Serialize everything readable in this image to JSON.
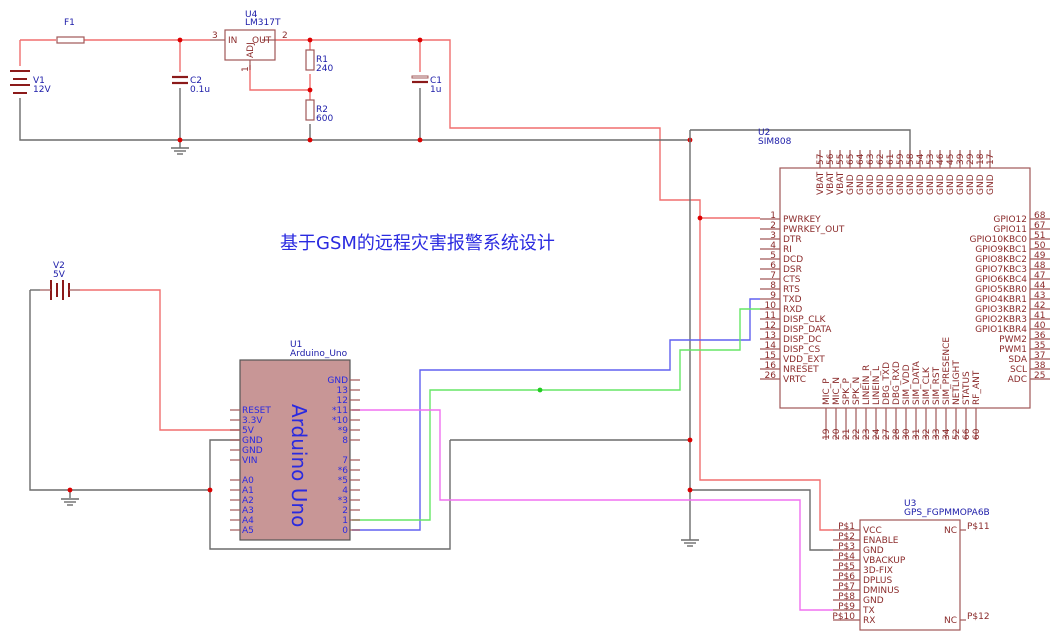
{
  "title": "基于GSM的远程灾害报警系统设计",
  "components": {
    "F1": {
      "ref": "F1"
    },
    "V1": {
      "ref": "V1",
      "value": "12V"
    },
    "V2": {
      "ref": "V2",
      "value": "5V"
    },
    "C2": {
      "ref": "C2",
      "value": "0.1u"
    },
    "C1": {
      "ref": "C1",
      "value": "1u"
    },
    "R1": {
      "ref": "R1",
      "value": "240"
    },
    "R2": {
      "ref": "R2",
      "value": "600"
    },
    "U4": {
      "ref": "U4",
      "value": "LM317T",
      "pins": {
        "in_num": "3",
        "in": "IN",
        "out": "OUT",
        "out_num": "2",
        "adj": "ADJ",
        "adj_num": "1"
      }
    },
    "U1": {
      "ref": "U1",
      "value": "Arduino_Uno",
      "body_text": "Arduino Uno",
      "left_pins": [
        "RESET",
        "3.3V",
        "5V",
        "GND",
        "GND",
        "VIN",
        "",
        "A0",
        "A1",
        "A2",
        "A3",
        "A4",
        "A5"
      ],
      "right_pins": [
        "GND",
        "13",
        "12",
        "*11",
        "*10",
        "*9",
        "8",
        "",
        "7",
        "*6",
        "*5",
        "4",
        "*3",
        "2",
        "1",
        "0"
      ]
    },
    "U2": {
      "ref": "U2",
      "value": "SIM808",
      "top_pins": [
        {
          "num": "57",
          "name": "VBAT"
        },
        {
          "num": "56",
          "name": "VBAT"
        },
        {
          "num": "55",
          "name": "VBAT"
        },
        {
          "num": "65",
          "name": "GND"
        },
        {
          "num": "64",
          "name": "GND"
        },
        {
          "num": "63",
          "name": "GND"
        },
        {
          "num": "62",
          "name": "GND"
        },
        {
          "num": "61",
          "name": "GND"
        },
        {
          "num": "59",
          "name": "GND"
        },
        {
          "num": "58",
          "name": "GND"
        },
        {
          "num": "54",
          "name": "GND"
        },
        {
          "num": "53",
          "name": "GND"
        },
        {
          "num": "46",
          "name": "GND"
        },
        {
          "num": "45",
          "name": "GND"
        },
        {
          "num": "39",
          "name": "GND"
        },
        {
          "num": "29",
          "name": "GND"
        },
        {
          "num": "18",
          "name": "GND"
        },
        {
          "num": "17",
          "name": "GND"
        }
      ],
      "left_pins": [
        {
          "num": "1",
          "name": "PWRKEY"
        },
        {
          "num": "2",
          "name": "PWRKEY_OUT"
        },
        {
          "num": "3",
          "name": "DTR"
        },
        {
          "num": "4",
          "name": "RI"
        },
        {
          "num": "5",
          "name": "DCD"
        },
        {
          "num": "6",
          "name": "DSR"
        },
        {
          "num": "7",
          "name": "CTS"
        },
        {
          "num": "8",
          "name": "RTS"
        },
        {
          "num": "9",
          "name": "TXD"
        },
        {
          "num": "10",
          "name": "RXD"
        },
        {
          "num": "11",
          "name": "DISP_CLK"
        },
        {
          "num": "12",
          "name": "DISP_DATA"
        },
        {
          "num": "13",
          "name": "DISP_DC"
        },
        {
          "num": "14",
          "name": "DISP_CS"
        },
        {
          "num": "15",
          "name": "VDD_EXT"
        },
        {
          "num": "16",
          "name": "NRESET"
        },
        {
          "num": "26",
          "name": "VRTC"
        }
      ],
      "right_pins": [
        {
          "num": "68",
          "name": "GPIO12"
        },
        {
          "num": "67",
          "name": "GPIO11"
        },
        {
          "num": "51",
          "name": "GPIO10KBC0"
        },
        {
          "num": "50",
          "name": "GPIO9KBC1"
        },
        {
          "num": "49",
          "name": "GPIO8KBC2"
        },
        {
          "num": "48",
          "name": "GPIO7KBC3"
        },
        {
          "num": "47",
          "name": "GPIO6KBC4"
        },
        {
          "num": "44",
          "name": "GPIO5KBR0"
        },
        {
          "num": "43",
          "name": "GPIO4KBR1"
        },
        {
          "num": "42",
          "name": "GPIO3KBR2"
        },
        {
          "num": "41",
          "name": "GPIO2KBR3"
        },
        {
          "num": "40",
          "name": "GPIO1KBR4"
        },
        {
          "num": "36",
          "name": "PWM2"
        },
        {
          "num": "35",
          "name": "PWM1"
        },
        {
          "num": "37",
          "name": "SDA"
        },
        {
          "num": "38",
          "name": "SCL"
        },
        {
          "num": "25",
          "name": "ADC"
        }
      ],
      "bottom_pins": [
        {
          "num": "19",
          "name": "MIC_P"
        },
        {
          "num": "20",
          "name": "MIC_N"
        },
        {
          "num": "21",
          "name": "SPK_P"
        },
        {
          "num": "22",
          "name": "SPK_N"
        },
        {
          "num": "23",
          "name": "LINEIN_R"
        },
        {
          "num": "24",
          "name": "LINEIN_L"
        },
        {
          "num": "27",
          "name": "DBG_TXD"
        },
        {
          "num": "28",
          "name": "DBG_RXD"
        },
        {
          "num": "30",
          "name": "SIM_VDD"
        },
        {
          "num": "31",
          "name": "SIM_DATA"
        },
        {
          "num": "32",
          "name": "SIM_CLK"
        },
        {
          "num": "33",
          "name": "SIM_RST"
        },
        {
          "num": "34",
          "name": "SIM_PRESENCE"
        },
        {
          "num": "52",
          "name": "NETLIGHT"
        },
        {
          "num": "66",
          "name": "STATUS"
        },
        {
          "num": "60",
          "name": "RF_ANT"
        }
      ]
    },
    "U3": {
      "ref": "U3",
      "value": "GPS_FGPMMOPA6B",
      "left_pins": [
        {
          "num": "P$1",
          "name": "VCC"
        },
        {
          "num": "P$2",
          "name": "ENABLE"
        },
        {
          "num": "P$3",
          "name": "GND"
        },
        {
          "num": "P$4",
          "name": "VBACKUP"
        },
        {
          "num": "P$5",
          "name": "3D-FIX"
        },
        {
          "num": "P$6",
          "name": "DPLUS"
        },
        {
          "num": "P$7",
          "name": "DMINUS"
        },
        {
          "num": "P$8",
          "name": "GND"
        },
        {
          "num": "P$9",
          "name": "TX"
        },
        {
          "num": "P$10",
          "name": "RX"
        }
      ],
      "right_pins": [
        {
          "num": "P$11",
          "name": "NC"
        },
        {
          "num": "P$12",
          "name": "NC"
        }
      ]
    }
  }
}
